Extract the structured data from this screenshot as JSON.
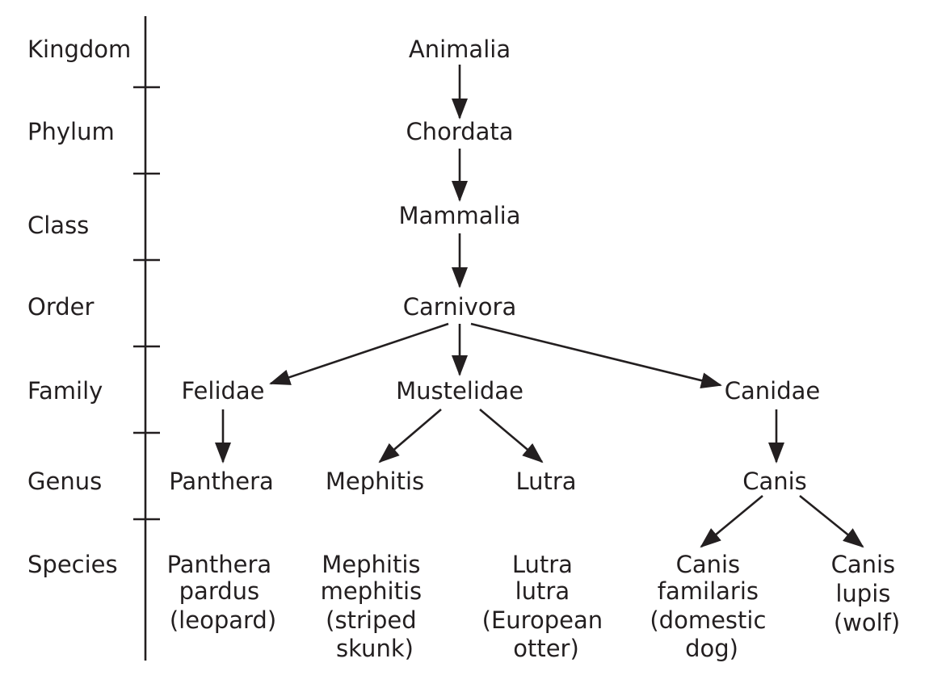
{
  "ranks": [
    "Kingdom",
    "Phylum",
    "Class",
    "Order",
    "Family",
    "Genus",
    "Species"
  ],
  "taxa": {
    "kingdom": "Animalia",
    "phylum": "Chordata",
    "class": "Mammalia",
    "order": "Carnivora",
    "family_felidae": "Felidae",
    "family_mustelidae": "Mustelidae",
    "family_canidae": "Canidae",
    "genus_panthera": "Panthera",
    "genus_mephitis": "Mephitis",
    "genus_lutra": "Lutra",
    "genus_canis": "Canis",
    "species_leopard": [
      "Panthera",
      "pardus",
      "(leopard)"
    ],
    "species_skunk": [
      "Mephitis",
      "mephitis",
      "(striped",
      "skunk)"
    ],
    "species_otter": [
      "Lutra",
      "lutra",
      "(European",
      "otter)"
    ],
    "species_dog": [
      "Canis",
      "familaris",
      "(domestic",
      "dog)"
    ],
    "species_wolf": [
      "Canis",
      "lupis",
      "(wolf)"
    ]
  },
  "colors": {
    "ink": "#231f20",
    "background": "#ffffff"
  }
}
